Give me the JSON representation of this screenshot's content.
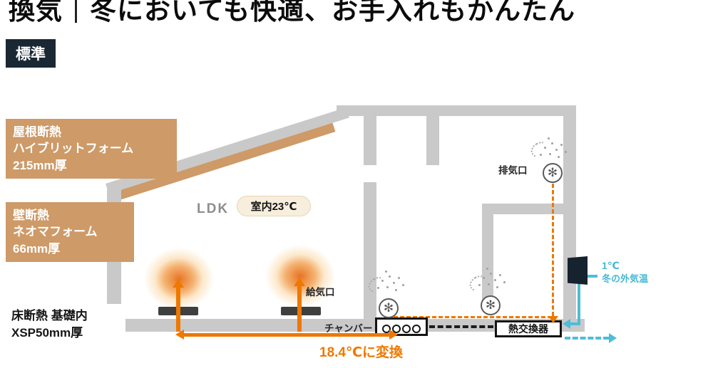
{
  "title": "換気｜冬においても快適、お手入れもかんたん",
  "mode_badge": "標準",
  "insulation": {
    "roof": [
      "屋根断熱",
      "ハイブリットフォーム",
      "215mm厚"
    ],
    "wall": [
      "壁断熱",
      "ネオマフォーム",
      "66mm厚"
    ],
    "floor": [
      "床断熱 基礎内",
      "XSP50mm厚"
    ]
  },
  "room": {
    "name": "LDK",
    "temperature": "室内23℃"
  },
  "ports": {
    "supply": "給気口",
    "exhaust": "排気口"
  },
  "equipment": {
    "chamber": "チャンバー",
    "heat_exchanger": "熱交換器"
  },
  "airflow": {
    "converted": "18.4℃に変換",
    "outside_temp": "1℃",
    "outside_air": "冬の外気温"
  },
  "icons": {
    "fan": "✻"
  },
  "colors": {
    "warm": "#ee7800",
    "cold": "#4fbcd8",
    "insulation_tan": "#cd9a68",
    "badge_navy": "#1a2834",
    "wall_gray": "#c9c9c9"
  }
}
